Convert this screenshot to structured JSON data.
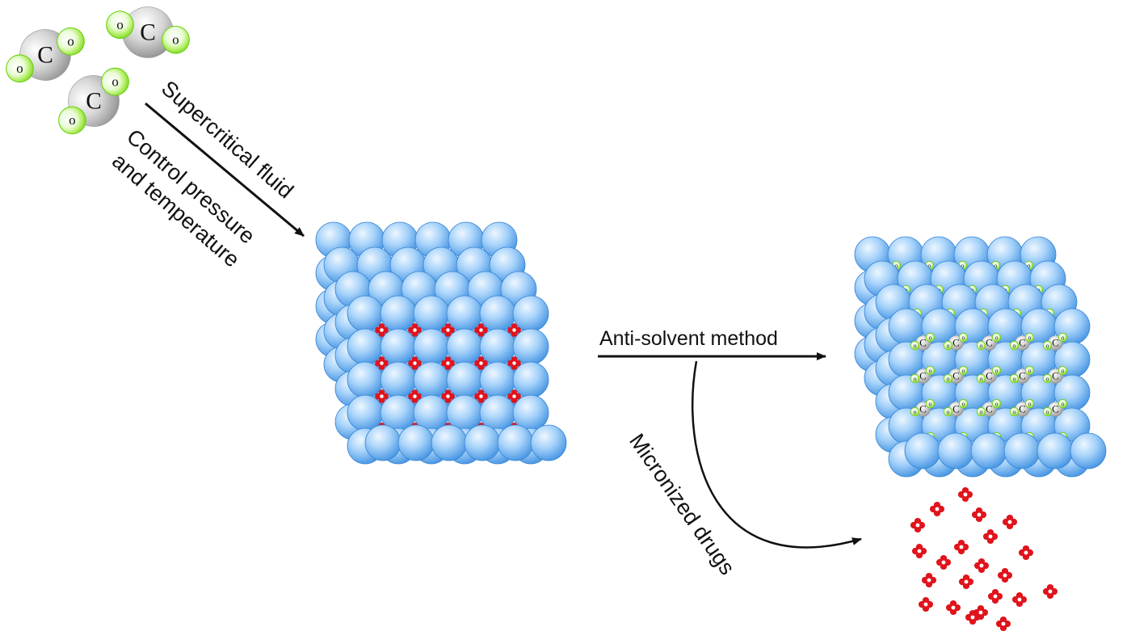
{
  "labels": {
    "supercritical": "Supercritical fluid",
    "control_line1": "Control pressure",
    "control_line2": "and temperature",
    "anti_solvent": "Anti-solvent method",
    "micronized": "Micronized drugs"
  },
  "molecule": {
    "carbon_symbol": "C",
    "oxygen_symbol": "O"
  },
  "colors": {
    "sphere_blue": "#5aaaf0",
    "sphere_light": "#e6f3ff",
    "drug_red": "#e0141c",
    "oxygen_green": "#8ee82a",
    "carbon_gray": "#bdbdbd",
    "text": "#111111"
  }
}
